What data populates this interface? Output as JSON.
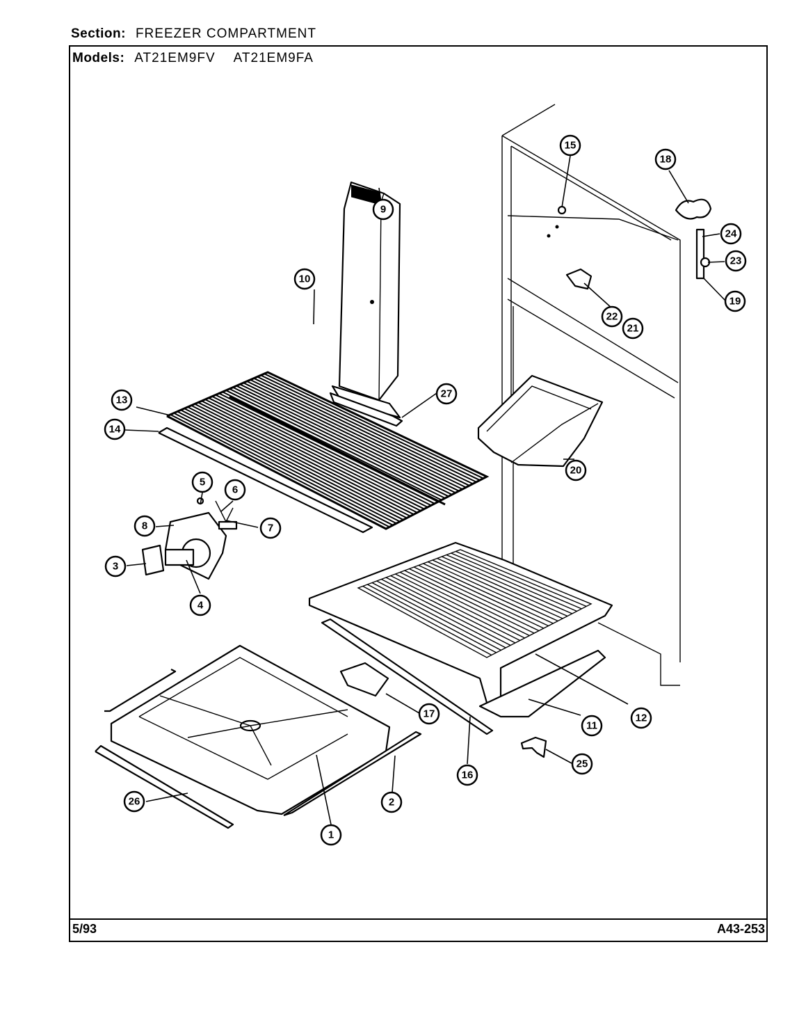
{
  "header": {
    "section_label": "Section:",
    "section_value": "FREEZER COMPARTMENT",
    "models_label": "Models:",
    "models": [
      "AT21EM9FV",
      "AT21EM9FA"
    ]
  },
  "footer": {
    "date": "5/93",
    "code": "A43-253"
  },
  "callouts": [
    {
      "id": "1",
      "label": "1"
    },
    {
      "id": "2",
      "label": "2"
    },
    {
      "id": "3",
      "label": "3"
    },
    {
      "id": "4",
      "label": "4"
    },
    {
      "id": "5",
      "label": "5"
    },
    {
      "id": "6",
      "label": "6"
    },
    {
      "id": "7",
      "label": "7"
    },
    {
      "id": "8",
      "label": "8"
    },
    {
      "id": "9",
      "label": "9"
    },
    {
      "id": "10",
      "label": "10"
    },
    {
      "id": "11",
      "label": "11"
    },
    {
      "id": "12",
      "label": "12"
    },
    {
      "id": "13",
      "label": "13"
    },
    {
      "id": "14",
      "label": "14"
    },
    {
      "id": "15",
      "label": "15"
    },
    {
      "id": "16",
      "label": "16"
    },
    {
      "id": "17",
      "label": "17"
    },
    {
      "id": "18",
      "label": "18"
    },
    {
      "id": "19",
      "label": "19"
    },
    {
      "id": "20",
      "label": "20"
    },
    {
      "id": "21",
      "label": "21"
    },
    {
      "id": "22",
      "label": "22"
    },
    {
      "id": "23",
      "label": "23"
    },
    {
      "id": "24",
      "label": "24"
    },
    {
      "id": "25",
      "label": "25"
    },
    {
      "id": "26",
      "label": "26"
    },
    {
      "id": "27",
      "label": "27"
    }
  ]
}
